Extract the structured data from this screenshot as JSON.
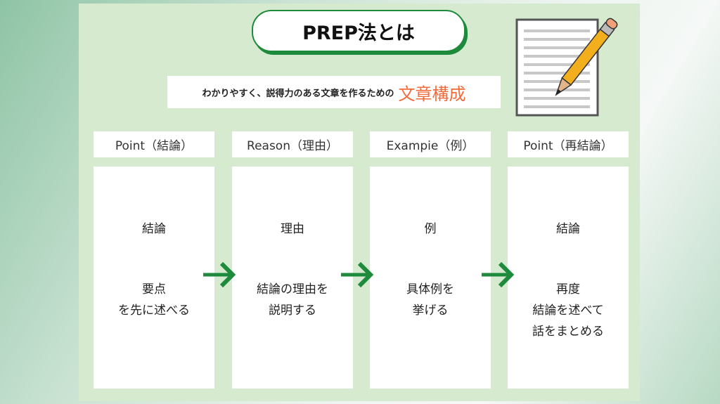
{
  "title": "PREP法とは",
  "subtitle": {
    "text": "わかりやすく、説得力のある文章を作るための",
    "highlight": "文章構成"
  },
  "colors": {
    "accent": "#1e8a3c",
    "highlight": "#f26b3a",
    "panel": "#d6eacf"
  },
  "steps": [
    {
      "header": "Point（結論）",
      "title": "結論",
      "desc": [
        "要点",
        "を先に述べる"
      ]
    },
    {
      "header": "Reason（理由）",
      "title": "理由",
      "desc": [
        "結論の理由を",
        "説明する"
      ]
    },
    {
      "header": "Exampie（例）",
      "title": "例",
      "desc": [
        "具体例を",
        "挙げる"
      ]
    },
    {
      "header": "Point（再結論）",
      "title": "結論",
      "desc": [
        "再度",
        "結論を述べて",
        "話をまとめる"
      ]
    }
  ]
}
